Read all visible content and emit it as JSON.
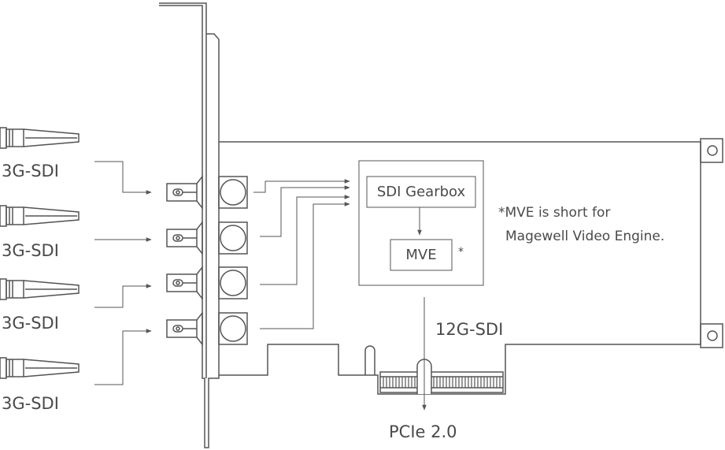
{
  "inputs": [
    {
      "label": "3G-SDI"
    },
    {
      "label": "3G-SDI"
    },
    {
      "label": "3G-SDI"
    },
    {
      "label": "3G-SDI"
    }
  ],
  "blocks": {
    "gearbox": "SDI Gearbox",
    "mve": "MVE",
    "mve_marker": "*"
  },
  "note": {
    "line1": "*MVE is short for",
    "line2": "Magewell Video Engine."
  },
  "signals": {
    "internal": "12G-SDI",
    "bus": "PCIe 2.0"
  },
  "colors": {
    "stroke": "#555555",
    "text": "#4a4a4a",
    "background": "#ffffff"
  }
}
